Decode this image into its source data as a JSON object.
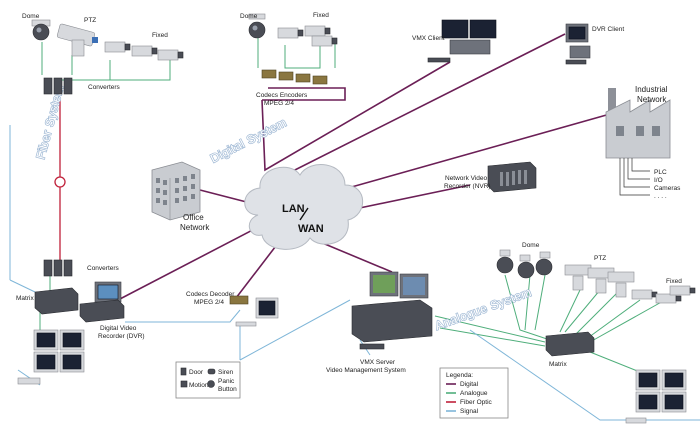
{
  "labels": {
    "dome_top": "Dome",
    "ptz_top": "PTZ",
    "fixed_top_left": "Fixed",
    "converters_top": "Converters",
    "fiber_system": "Fiber System",
    "dome_mid": "Dome",
    "fixed_mid": "Fixed",
    "codecs_enc_1": "Codecs Encoders",
    "codecs_enc_2": "MPEG 2/4",
    "digital_system": "Digital System",
    "vmx_client": "VMX Client",
    "dvr_client": "DVR Client",
    "industrial_1": "Industrial",
    "industrial_2": "Network",
    "plc": "PLC",
    "io": "I/O",
    "cameras": "Cameras",
    "dots": ". . . .",
    "office_1": "Office",
    "office_2": "Network",
    "lan": "LAN",
    "wan": "WAN",
    "nvr_1": "Network Video",
    "nvr_2": "Recorder (NVR)",
    "converters_bottom": "Converters",
    "matrix_left": "Matrix",
    "dvr_1": "Digital Video",
    "dvr_2": "Recorder (DVR)",
    "codecs_dec_1": "Codecs Decoder",
    "codecs_dec_2": "MPEG 2/4",
    "vmx_server_1": "VMX Server",
    "vmx_server_2": "Video Management System",
    "dome_right": "Dome",
    "ptz_right": "PTZ",
    "fixed_right": "Fixed",
    "analogue_system": "Analogue System",
    "matrix_right": "Matrix",
    "door": "Door",
    "siren": "Siren",
    "motion": "Motion",
    "panic_1": "Panic",
    "panic_2": "Button"
  },
  "legend": {
    "title": "Legenda:",
    "items": [
      {
        "label": "Digital",
        "color": "#6b1f56"
      },
      {
        "label": "Analogue",
        "color": "#4fae7b"
      },
      {
        "label": "Fiber Optic",
        "color": "#c0213a"
      },
      {
        "label": "Signal",
        "color": "#7fb6d8"
      }
    ]
  }
}
